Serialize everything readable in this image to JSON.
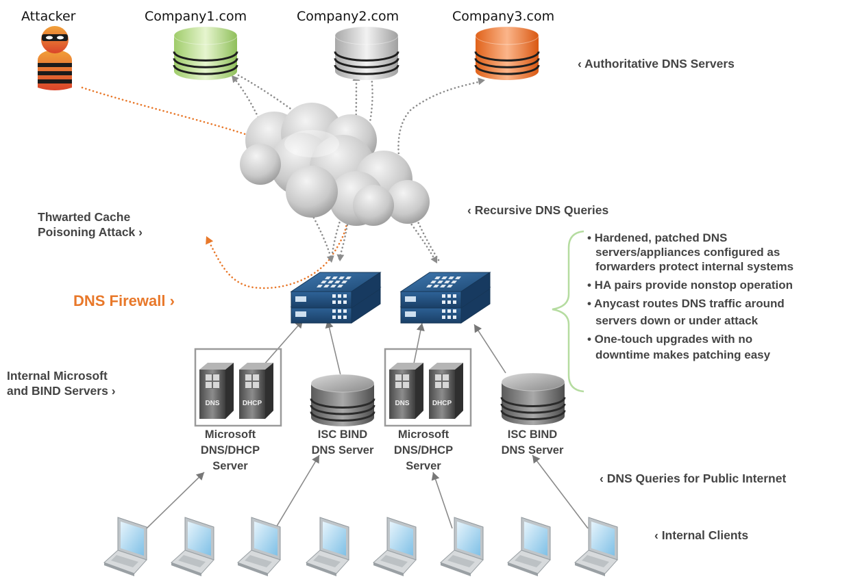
{
  "labels": {
    "attacker": "Attacker",
    "company1": "Company1.com",
    "company2": "Company2.com",
    "company3": "Company3.com",
    "authoritative": "‹ Authoritative DNS Servers",
    "recursive": "‹ Recursive DNS Queries",
    "thwarted_line1": "Thwarted Cache",
    "thwarted_line2": "Poisoning Attack ›",
    "dns_firewall": "DNS Firewall ›",
    "internal_servers_line1": "Internal Microsoft",
    "internal_servers_line2": "and BIND Servers ›",
    "public_queries": "‹ DNS Queries for Public Internet",
    "internal_clients": "‹ Internal Clients"
  },
  "servers": [
    {
      "line1": "Microsoft",
      "line2": "DNS/DHCP",
      "line3": "Server"
    },
    {
      "line1": "ISC BIND",
      "line2": "DNS Server"
    },
    {
      "line1": "Microsoft",
      "line2": "DNS/DHCP",
      "line3": "Server"
    },
    {
      "line1": "ISC BIND",
      "line2": "DNS Server"
    }
  ],
  "tower_badges": {
    "dns": "DNS",
    "dhcp": "DHCP"
  },
  "bullets": [
    [
      "• Hardened, patched DNS",
      "servers/appliances configured as",
      "forwarders protect internal systems"
    ],
    [
      "• HA pairs provide nonstop operation"
    ],
    [
      "• Anycast routes DNS traffic around",
      "servers down or under attack"
    ],
    [
      "• One-touch upgrades with no",
      "downtime makes patching easy"
    ]
  ],
  "colors": {
    "accent_orange": "#e8782a",
    "label_gray": "#444444",
    "company1_green": "#b9dd86",
    "company2_gray": "#d0d0d0",
    "company3_orange": "#f07a2c",
    "appliance_blue": "#2b5a8a",
    "brace_green": "#b5dca0"
  },
  "icons": [
    "attacker-icon",
    "database-icon",
    "cloud-icon",
    "firewall-appliance-icon",
    "server-tower-icon",
    "laptop-icon"
  ]
}
